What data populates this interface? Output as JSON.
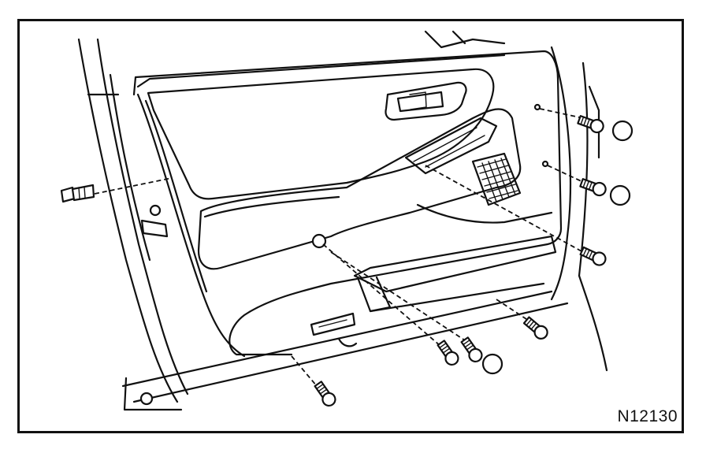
{
  "figure": {
    "code": "N12130"
  },
  "parts": {
    "trim_panel": "door-trim-panel",
    "clip": "clip",
    "screws": "screw",
    "caps": "screw-cap"
  }
}
